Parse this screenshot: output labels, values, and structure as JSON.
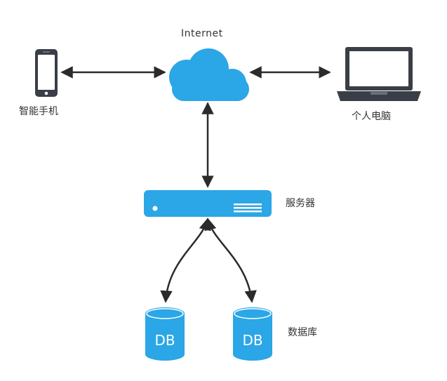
{
  "nodes": {
    "internet": "Internet",
    "phone": "智能手机",
    "laptop": "个人电脑",
    "server": "服务器",
    "database": "数据库",
    "db1": "DB",
    "db2": "DB"
  },
  "colors": {
    "primary_blue": "#2ba6e6",
    "dark_device": "#3a3f47",
    "arrow": "#2b2b2b",
    "text": "#333333"
  },
  "icons": [
    "smartphone-icon",
    "cloud-icon",
    "laptop-icon",
    "server-icon",
    "database-icon"
  ]
}
